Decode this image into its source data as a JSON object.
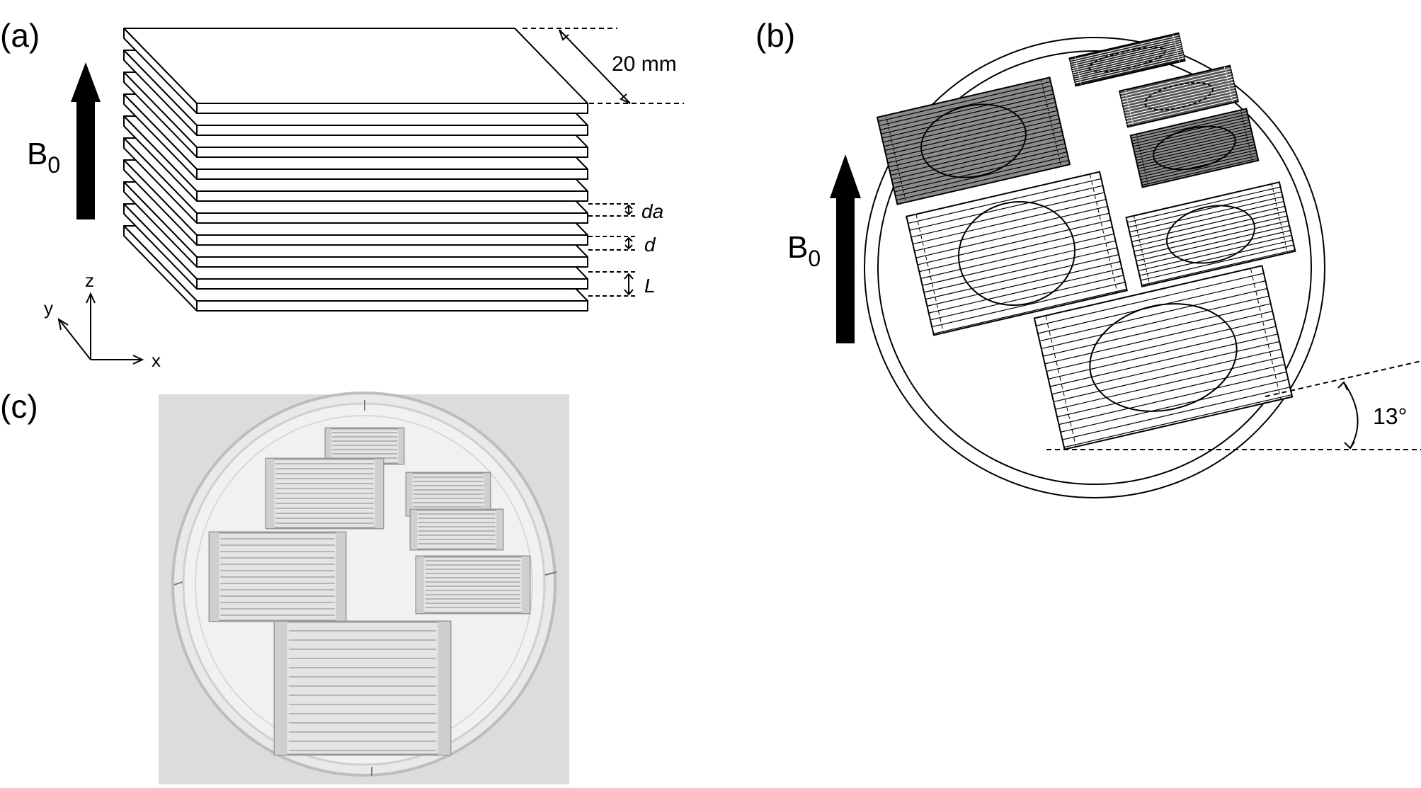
{
  "panels": {
    "a": {
      "label": "(a)",
      "field_symbol": "B",
      "field_sub": "0",
      "width_dim": "20 mm",
      "dims": [
        "da",
        "d",
        "L"
      ],
      "axes": {
        "z": "z",
        "y": "y",
        "x": "x"
      },
      "layer_count": 10
    },
    "b": {
      "label": "(b)",
      "field_symbol": "B",
      "field_sub": "0",
      "angle": "13°"
    },
    "c": {
      "label": "(c)"
    }
  },
  "colors": {
    "ink": "#000000",
    "photo_bg": "#dcdcdc",
    "dish_fill": "#f1f1f1",
    "dark_block": "#1e1e1e",
    "mid_block": "#555555",
    "gray_block": "#8c8c8c"
  }
}
